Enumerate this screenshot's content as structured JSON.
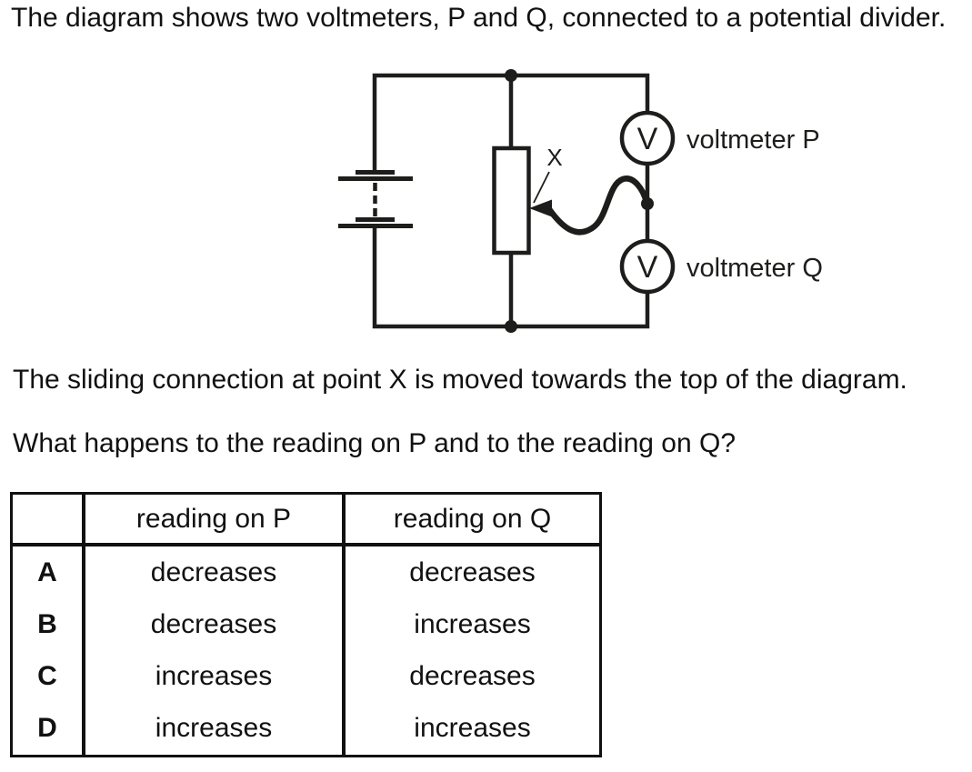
{
  "page": {
    "background": "#ffffff",
    "text_color": "#111111",
    "line_color": "#1d1d1b"
  },
  "question": {
    "intro": "The diagram shows two voltmeters, P and Q, connected to a potential divider.",
    "statement": "The sliding connection at point X is moved towards the top of the diagram.",
    "prompt": "What happens to the reading on P and to the reading on Q?"
  },
  "diagram": {
    "voltmeter_p": {
      "symbol": "V",
      "label": "voltmeter P"
    },
    "voltmeter_q": {
      "symbol": "V",
      "label": "voltmeter Q"
    },
    "slider_label": "X"
  },
  "answer_table": {
    "headers": {
      "option": "",
      "p": "reading on P",
      "q": "reading on Q"
    },
    "rows": [
      {
        "option": "A",
        "p": "decreases",
        "q": "decreases"
      },
      {
        "option": "B",
        "p": "decreases",
        "q": "increases"
      },
      {
        "option": "C",
        "p": "increases",
        "q": "decreases"
      },
      {
        "option": "D",
        "p": "increases",
        "q": "increases"
      }
    ]
  }
}
